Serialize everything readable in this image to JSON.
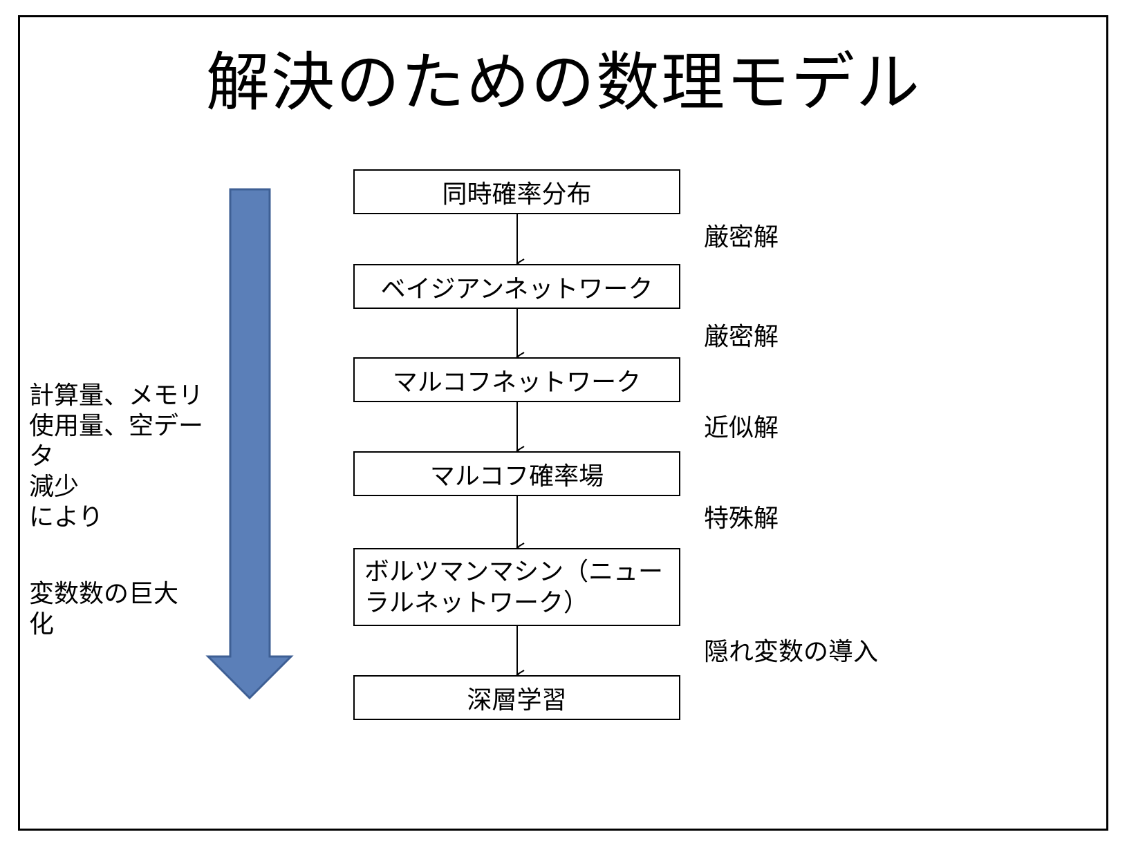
{
  "slide": {
    "title": "解決のための数理モデル"
  },
  "flow": {
    "boxes": [
      {
        "label": "同時確率分布"
      },
      {
        "label": "ベイジアンネットワーク"
      },
      {
        "label": "マルコフネットワーク"
      },
      {
        "label": "マルコフ確率場"
      },
      {
        "label_line1": "ボルツマンマシン（ニュー",
        "label_line2": "ラルネットワーク）"
      },
      {
        "label": "深層学習"
      }
    ],
    "transitions": [
      {
        "label": "厳密解"
      },
      {
        "label": "厳密解"
      },
      {
        "label": "近似解"
      },
      {
        "label": "特殊解"
      },
      {
        "label": "隠れ変数の導入"
      }
    ]
  },
  "side_note": {
    "lines_group1": [
      "計算量、メモリ",
      "使用量、空デー",
      "タ",
      "減少",
      "により"
    ],
    "lines_group2": [
      "変数数の巨大",
      "化"
    ]
  },
  "colors": {
    "big_arrow_fill": "#5b7fb8",
    "big_arrow_stroke": "#3e5f94",
    "line": "#000000"
  }
}
